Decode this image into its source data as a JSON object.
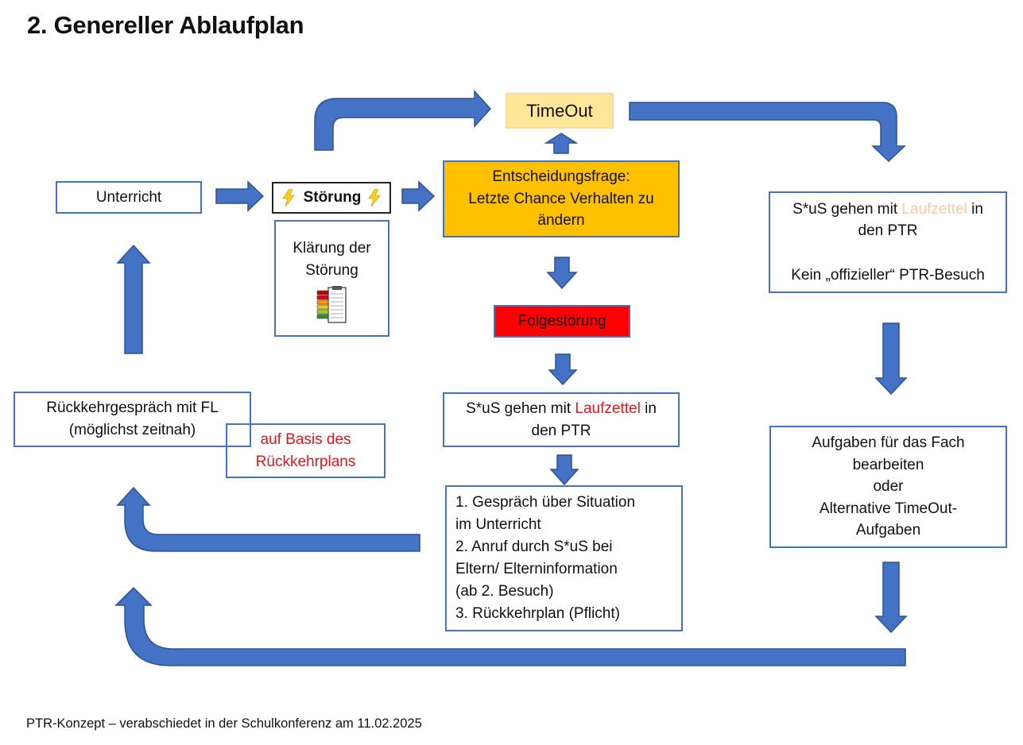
{
  "title": "2. Genereller Ablaufplan",
  "footer": "PTR-Konzept – verabschiedet in der Schulkonferenz am 11.02.2025",
  "colors": {
    "arrow": "#4472c4",
    "box_border": "#4472c4",
    "timeout_fill": "#ffe699",
    "decision_fill": "#ffc000",
    "folge_fill": "#ff0000",
    "laufzettel_red": "#e5141b",
    "laufzettel_peach": "#f8cba6"
  },
  "nodes": {
    "unterricht": "Unterricht",
    "stoerung": "Störung",
    "klaerung": [
      "Klärung der",
      "Störung"
    ],
    "timeout": "TimeOut",
    "entscheidung": [
      "Entscheidungsfrage:",
      "Letzte Chance Verhalten zu",
      "ändern"
    ],
    "folgestoerung": "Folgestörung",
    "ptr_middle": {
      "pre": "S*uS gehen mit ",
      "highlight": "Laufzettel",
      "post": " in",
      "line2": "den PTR"
    },
    "steps": [
      "1. Gespräch über Situation",
      "im Unterricht",
      "2. Anruf durch S*uS bei",
      "Eltern/ Elterninformation",
      "(ab 2. Besuch)",
      "3. Rückkehrplan (Pflicht)"
    ],
    "rueckkehr": [
      "Rückkehrgespräch mit FL",
      "(möglichst zeitnah)"
    ],
    "basis": [
      "auf Basis des",
      "Rückkehrplans"
    ],
    "ptr_right": {
      "pre": "S*uS gehen mit ",
      "highlight": "Laufzettel",
      "post": " in",
      "line2": "den PTR",
      "line3": "Kein „offizieller“ PTR-Besuch"
    },
    "aufgaben": [
      "Aufgaben für das Fach",
      "bearbeiten",
      "oder",
      "Alternative TimeOut-",
      "Aufgaben"
    ]
  },
  "icons": {
    "lightning": "lightning-icon",
    "traffic_light_chart": "behavior-chart-icon"
  }
}
